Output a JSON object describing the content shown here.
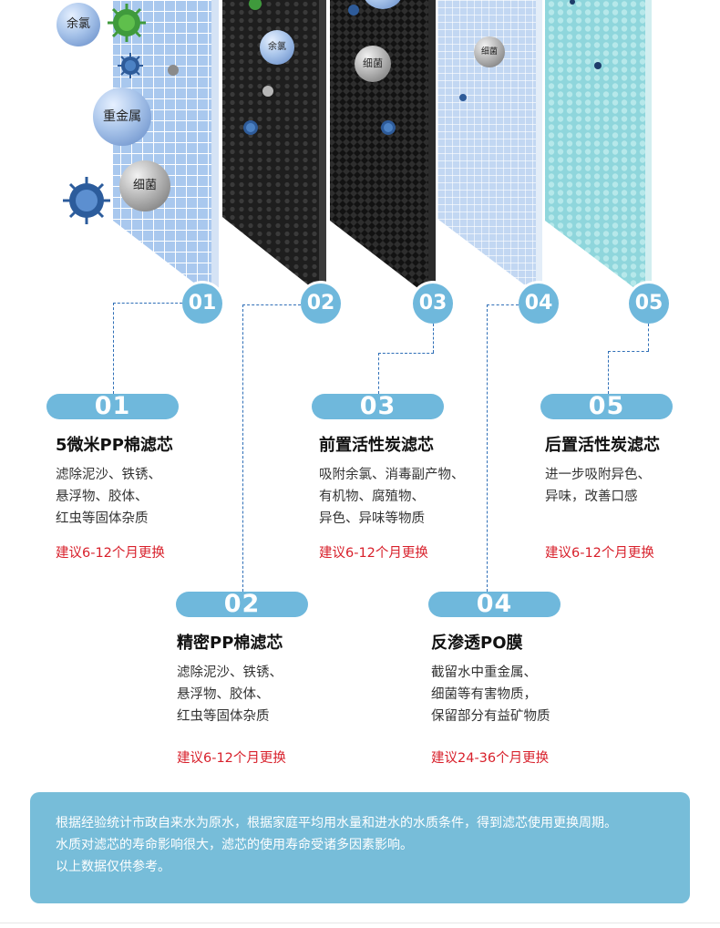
{
  "impurities": {
    "residual_chlorine": "余氯",
    "heavy_metal": "重金属",
    "bacteria": "细菌"
  },
  "layer_numbers": [
    "01",
    "02",
    "03",
    "04",
    "05"
  ],
  "stages": [
    {
      "num": "01",
      "title": "5微米PP棉滤芯",
      "desc": [
        "滤除泥沙、铁锈、",
        "悬浮物、胶体、",
        "红虫等固体杂质"
      ],
      "replace": "建议6-12个月更换"
    },
    {
      "num": "02",
      "title": "精密PP棉滤芯",
      "desc": [
        "滤除泥沙、铁锈、",
        "悬浮物、胶体、",
        "红虫等固体杂质"
      ],
      "replace": "建议6-12个月更换"
    },
    {
      "num": "03",
      "title": "前置活性炭滤芯",
      "desc": [
        "吸附余氯、消毒副产物、",
        "有机物、腐殖物、",
        "异色、异味等物质"
      ],
      "replace": "建议6-12个月更换"
    },
    {
      "num": "04",
      "title": "反渗透PO膜",
      "desc": [
        "截留水中重金属、",
        "细菌等有害物质，",
        "保留部分有益矿物质"
      ],
      "replace": "建议24-36个月更换"
    },
    {
      "num": "05",
      "title": "后置活性炭滤芯",
      "desc": [
        "进一步吸附异色、",
        "异味，改善口感"
      ],
      "replace": "建议6-12个月更换"
    }
  ],
  "note": [
    "根据经验统计市政自来水为原水，根据家庭平均用水量和进水的水质条件，得到滤芯使用更换周期。",
    "水质对滤芯的寿命影响很大，滤芯的使用寿命受诸多因素影响。",
    "以上数据仅供参考。"
  ],
  "colors": {
    "accent": "#6fb8dc",
    "replace_text": "#d8202b",
    "dash_line": "#2f6fb7",
    "note_bg": "#77bdd9"
  },
  "icons": [
    "virus-icon",
    "particle-icon"
  ]
}
